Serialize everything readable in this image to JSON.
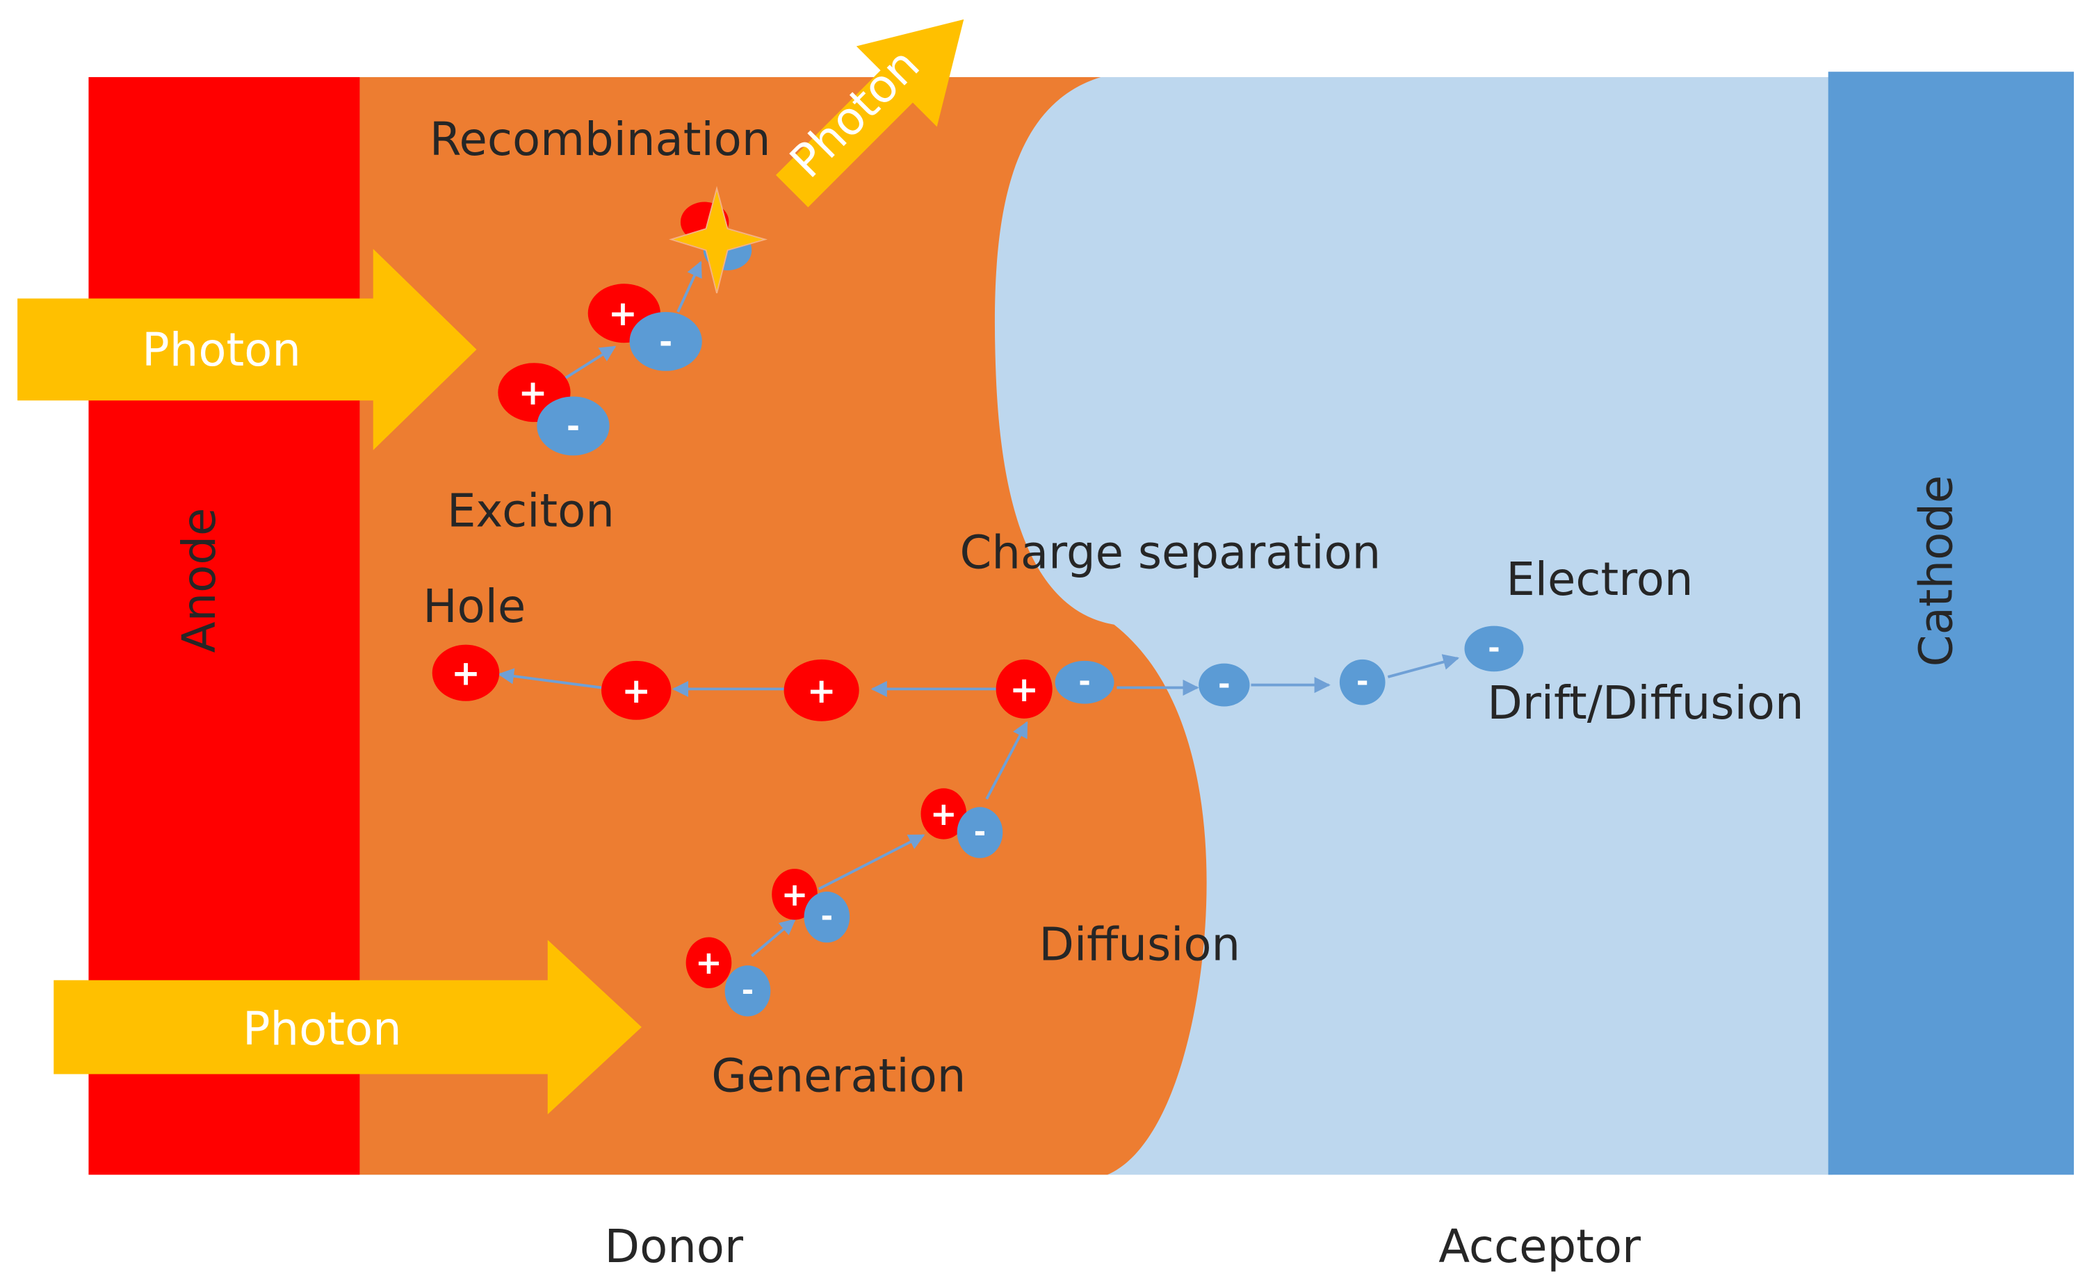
{
  "labels": {
    "anode": "Anode",
    "cathode": "Cathode",
    "donor": "Donor",
    "acceptor": "Acceptor",
    "recombination": "Recombination",
    "exciton": "Exciton",
    "hole": "Hole",
    "charge_separation": "Charge separation",
    "electron": "Electron",
    "drift_diffusion": "Drift/Diffusion",
    "diffusion": "Diffusion",
    "generation": "Generation"
  },
  "photons": {
    "top": "Photon",
    "bottom": "Photon",
    "emitted": "Photon"
  },
  "signs": {
    "plus": "+",
    "minus": "-"
  },
  "colors": {
    "anode": "#ff0000",
    "donor": "#ed7d31",
    "acceptor": "#bdd7ee",
    "cathode": "#5b9bd5",
    "photon": "#ffc000",
    "hole": "#ff0000",
    "electron": "#5b9bd5",
    "flash": "#ffc000"
  }
}
